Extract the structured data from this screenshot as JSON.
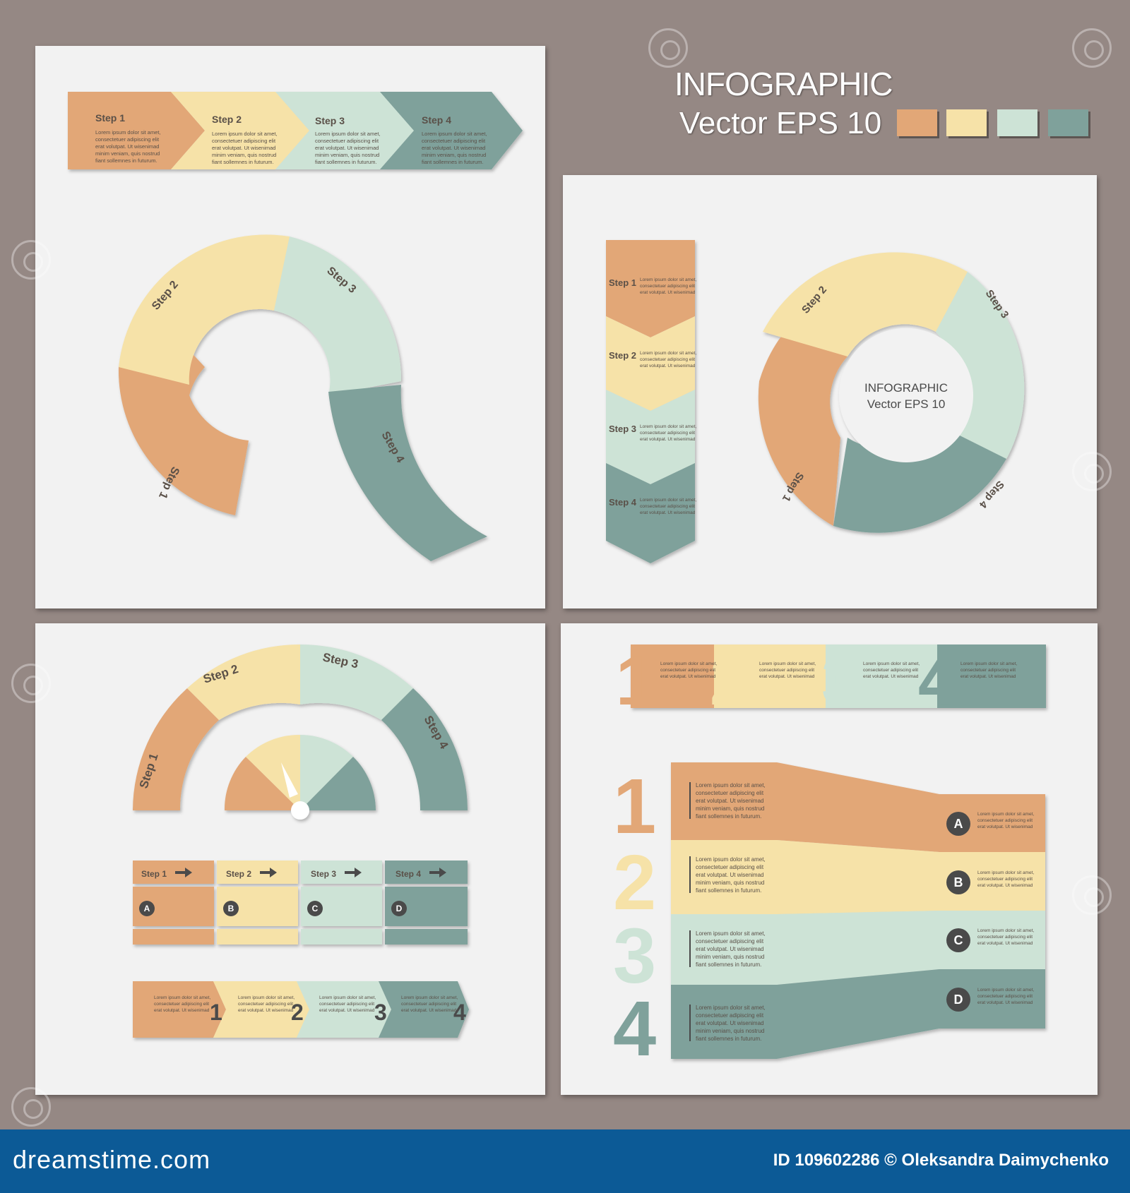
{
  "header": {
    "title": "INFOGRAPHIC",
    "subtitle": "Vector EPS 10"
  },
  "palette": {
    "orange": "#e2a777",
    "yellow": "#f6e2a8",
    "mint": "#cde3d6",
    "slate": "#7fa19b",
    "text": "#5a5048"
  },
  "steps": [
    "Step 1",
    "Step 2",
    "Step 3",
    "Step 4"
  ],
  "lorem": [
    "Lorem ipsum dolor sit amet,",
    "consectetuer adipiscing elit",
    "erat volutpat. Ut wisenimad",
    "minim veniam, quis nostrud",
    "fiant sollemnes in futurum."
  ],
  "letters": [
    "A",
    "B",
    "C",
    "D"
  ],
  "numbers": [
    "1",
    "2",
    "3",
    "4"
  ],
  "ring": {
    "center_title": "INFOGRAPHIC",
    "center_subtitle": "Vector EPS 10"
  },
  "footer": {
    "brand": "dreamstime.com",
    "credit": "ID 109602286 © Oleksandra Daimychenko"
  }
}
